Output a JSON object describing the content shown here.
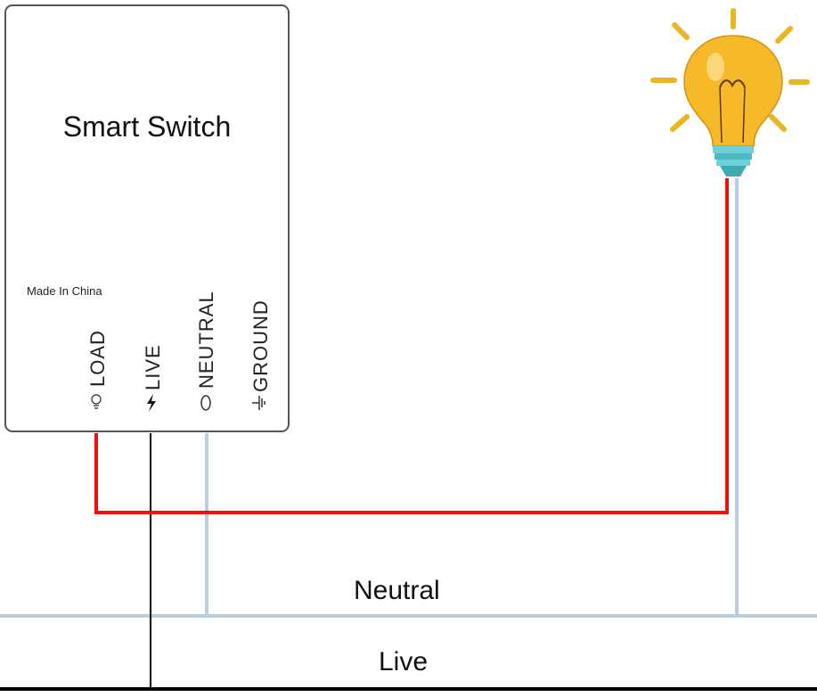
{
  "switch": {
    "title": "Smart Switch",
    "origin": "Made In China",
    "terminals": [
      {
        "label": "LOAD",
        "icon": "bulb-outline-icon"
      },
      {
        "label": "LIVE",
        "icon": "lightning-bolt-icon"
      },
      {
        "label": "NEUTRAL",
        "icon": "circle-icon"
      },
      {
        "label": "GROUND",
        "icon": "ground-icon"
      }
    ]
  },
  "lines": {
    "neutral_label": "Neutral",
    "live_label": "Live"
  },
  "colors": {
    "load_wire": "#ee1111",
    "neutral_wire": "#b8cfe2",
    "live_wire": "#000000",
    "bulb_glass": "#f5b92a",
    "bulb_base": "#5fc6cf",
    "rays": "#e9b520"
  }
}
